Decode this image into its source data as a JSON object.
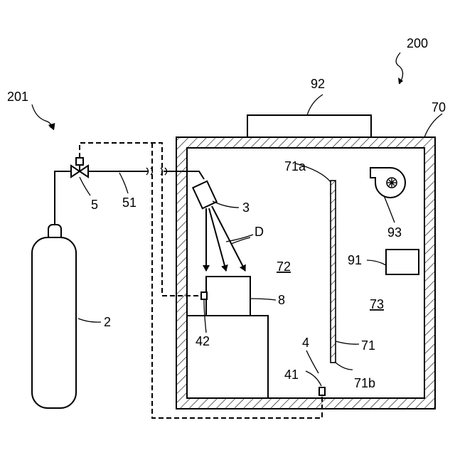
{
  "labels": {
    "system": "200",
    "supply": "201",
    "cylinder": "2",
    "nozzle": "3",
    "sensor_unit": "4",
    "sensor_floor": "41",
    "sensor_object": "42",
    "valve": "5",
    "pipe": "51",
    "object": "8",
    "chamber": "70",
    "partition": "71",
    "partition_top": "71a",
    "partition_bottom": "71b",
    "space_left": "72",
    "space_right": "73",
    "device_box": "91",
    "roof_unit": "92",
    "fan": "93",
    "spray": "D"
  }
}
